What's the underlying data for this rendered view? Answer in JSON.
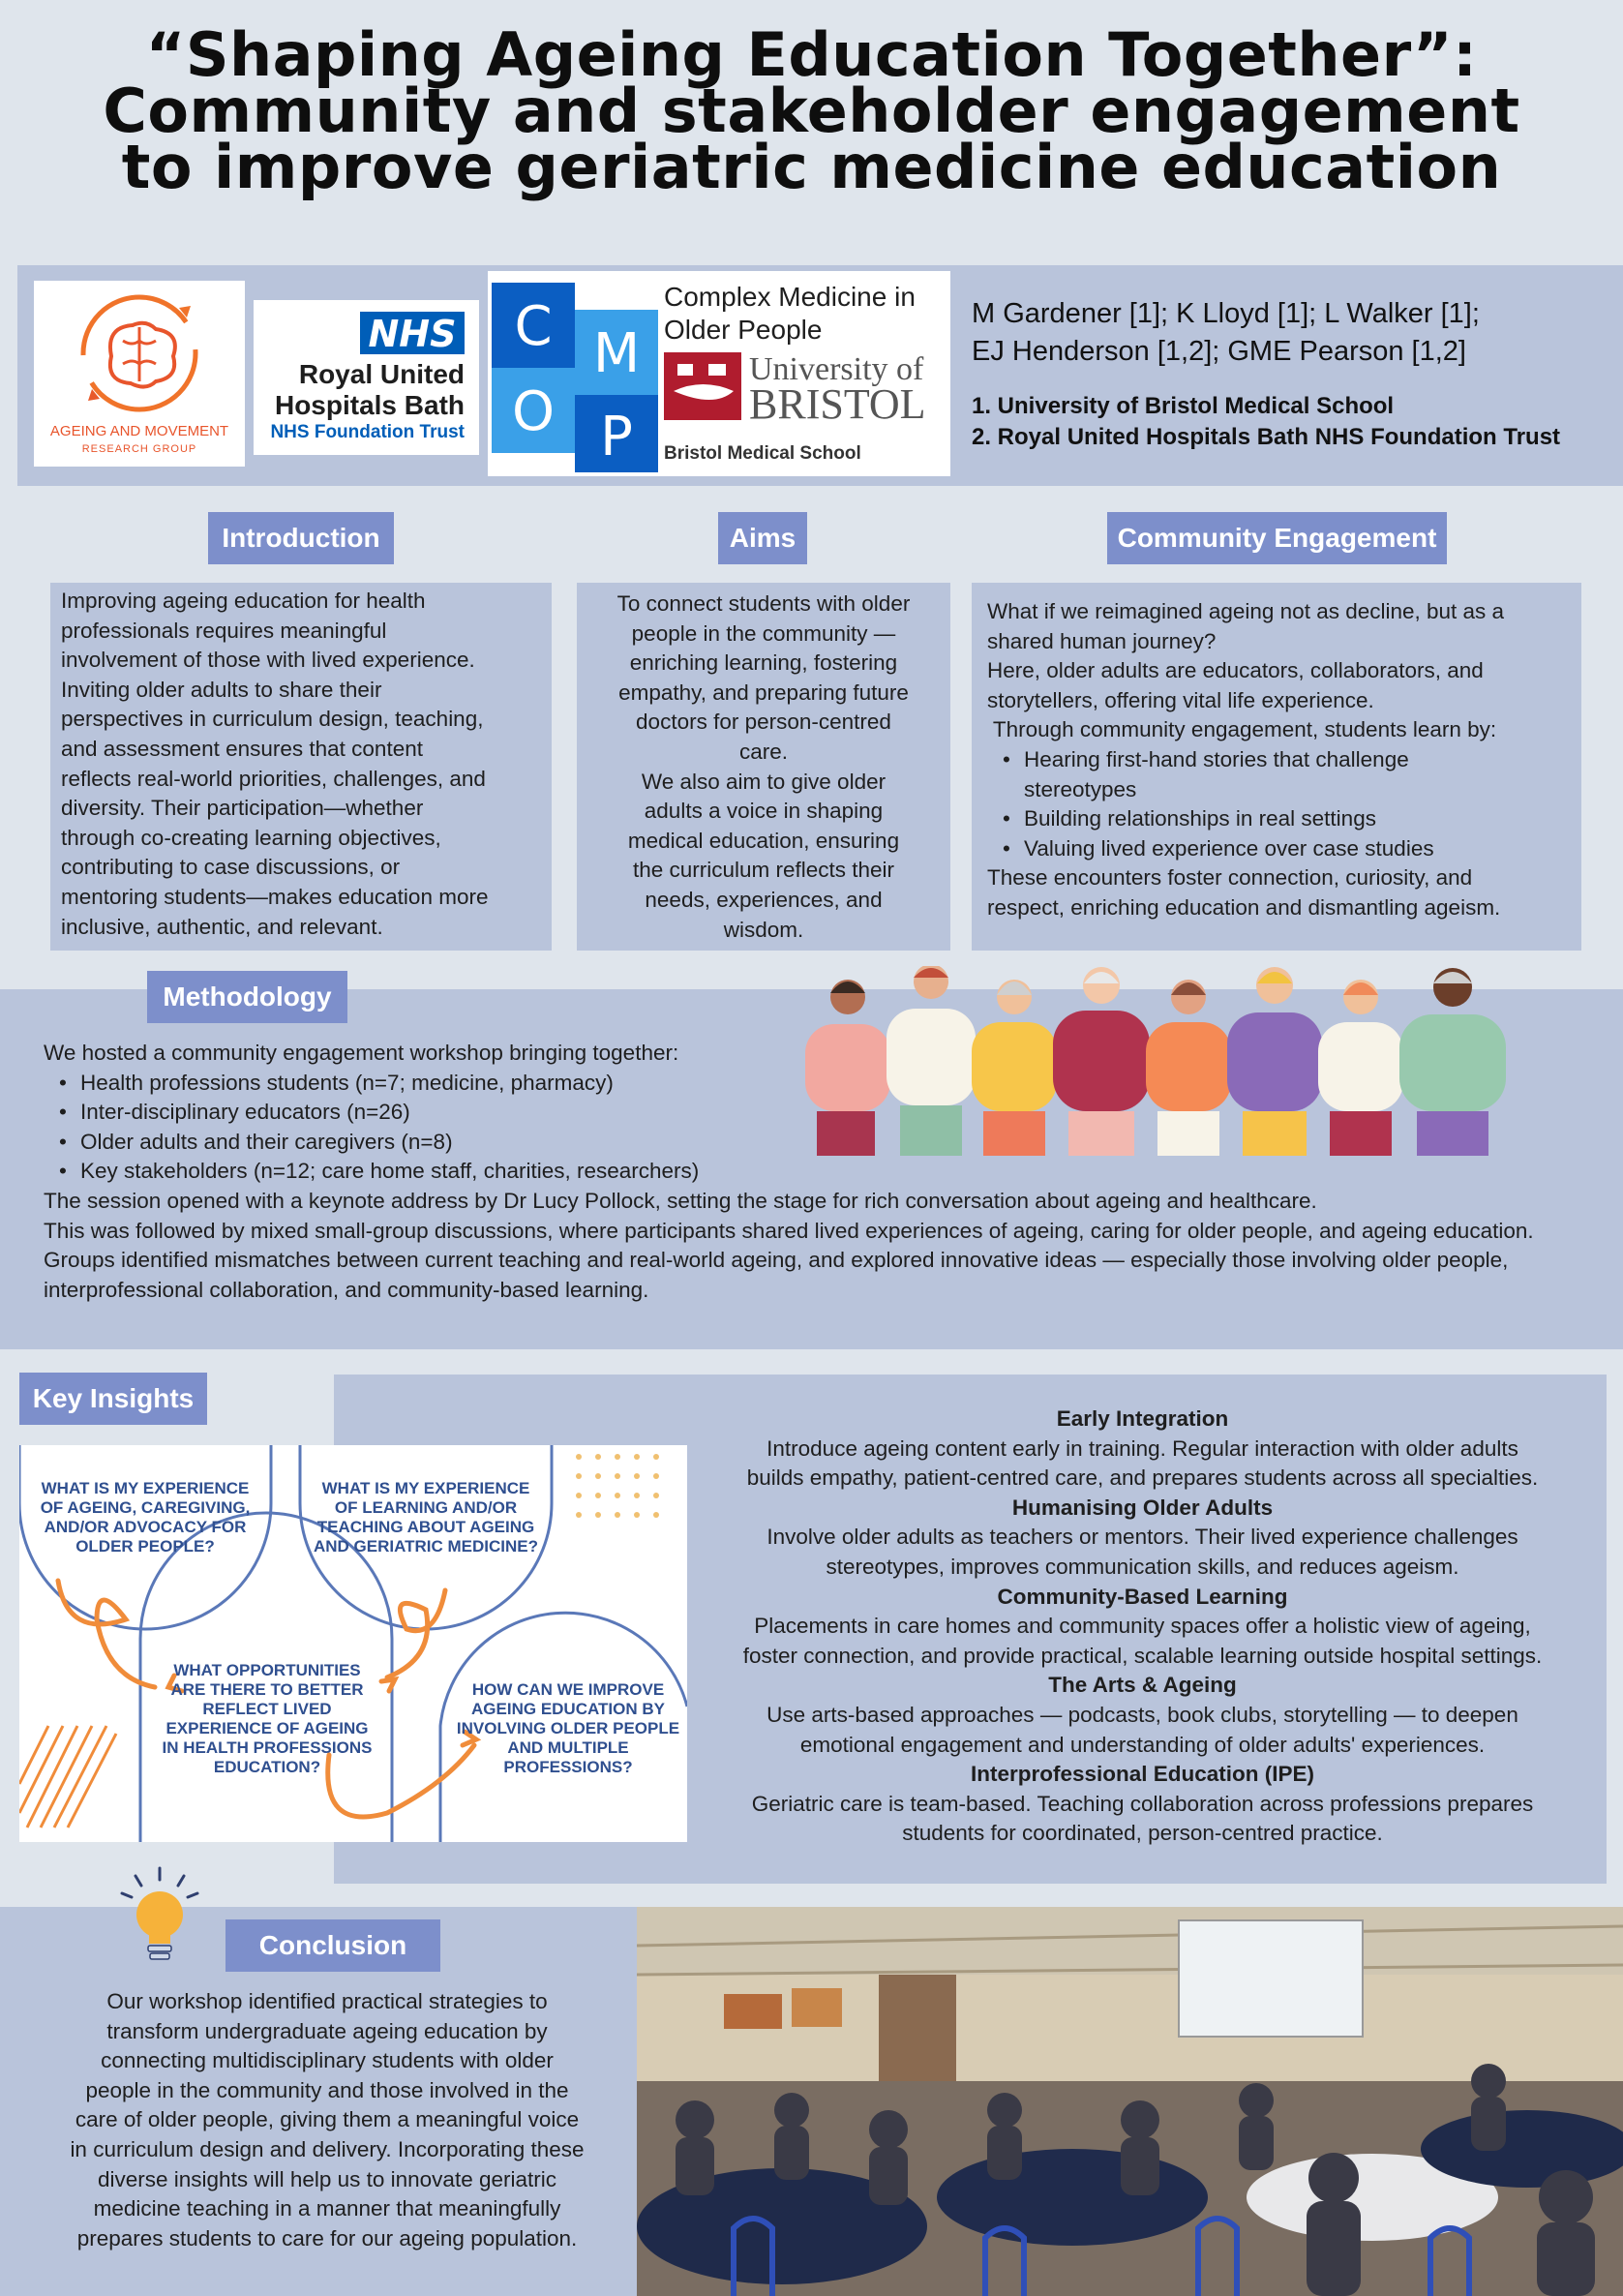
{
  "title": {
    "line1": "“Shaping Ageing Education Together”:",
    "line2": "Community and stakeholder engagement",
    "line3": "to improve geriatric medicine education"
  },
  "logos": {
    "amrg": {
      "line1": "AGEING AND MOVEMENT",
      "line2": "RESEARCH GROUP"
    },
    "nhs": {
      "badge": "NHS",
      "line1": "Royal United",
      "line2": "Hospitals Bath",
      "line3": "NHS Foundation Trust"
    },
    "cmop": {
      "letters": [
        "C",
        "M",
        "O",
        "P"
      ],
      "heading1": "Complex Medicine in",
      "heading2": "Older People",
      "uni1": "University of",
      "uni2": "BRISTOL",
      "school": "Bristol Medical School"
    }
  },
  "authors": {
    "line1": "M Gardener [1]; K Lloyd [1]; L Walker [1];",
    "line2": "EJ Henderson [1,2]; GME Pearson [1,2]",
    "affiliation1": "1. University of Bristol Medical School",
    "affiliation2": "2. Royal United Hospitals Bath NHS Foundation Trust"
  },
  "introduction": {
    "label": "Introduction",
    "lines": [
      "Improving ageing education for health",
      "professionals requires meaningful",
      "involvement of those with lived experience.",
      "Inviting older adults to share their",
      "perspectives in curriculum design, teaching,",
      "and assessment ensures that content",
      "reflects real-world priorities, challenges, and",
      "diversity. Their participation—whether",
      "through co-creating learning objectives,",
      "contributing to case discussions, or",
      "mentoring students—makes education more",
      "inclusive, authentic, and relevant."
    ]
  },
  "aims": {
    "label": "Aims",
    "lines": [
      "To connect students with older",
      "people in the community —",
      "enriching learning, fostering",
      "empathy, and preparing future",
      "doctors for person-centred",
      "care.",
      "We also aim to give older",
      "adults a voice in shaping",
      "medical education, ensuring",
      "the curriculum reflects their",
      "needs, experiences, and",
      "wisdom."
    ]
  },
  "community_engagement": {
    "label": "Community Engagement",
    "intro_lines": [
      "What if we reimagined ageing not as decline, but as a",
      "shared human journey?",
      "Here, older adults are educators, collaborators, and",
      "storytellers, offering vital life experience.",
      " Through community engagement, students learn by:"
    ],
    "bullets": [
      "Hearing first-hand stories that challenge stereotypes",
      "Building relationships in real settings",
      "Valuing lived experience over case studies"
    ],
    "outro_lines": [
      "These encounters foster connection, curiosity, and",
      "respect, enriching education and dismantling ageism."
    ]
  },
  "methodology": {
    "label": "Methodology",
    "intro": "We hosted a community engagement workshop bringing together:",
    "bullets": [
      "Health professions students (n=7; medicine, pharmacy)",
      "Inter-disciplinary educators (n=26)",
      "Older adults and their caregivers (n=8)",
      "Key stakeholders (n=12; care home staff, charities, researchers)"
    ],
    "paragraphs": [
      "The session opened with a keynote address by Dr Lucy Pollock, setting the stage for rich conversation about ageing and healthcare.",
      "This was followed by mixed small-group discussions, where participants shared lived experiences of ageing, caring for older people, and ageing education.",
      "Groups identified mismatches between current teaching and real-world ageing, and explored innovative ideas — especially those involving older people, interprofessional collaboration, and community-based learning."
    ]
  },
  "key_insights": {
    "label": "Key Insights",
    "diagram_questions": [
      [
        "WHAT IS MY EXPERIENCE",
        "OF AGEING, CAREGIVING,",
        "AND/OR ADVOCACY FOR",
        "OLDER PEOPLE?"
      ],
      [
        "WHAT IS MY EXPERIENCE",
        "OF LEARNING AND/OR",
        "TEACHING ABOUT AGEING",
        "AND GERIATRIC MEDICINE?"
      ],
      [
        "WHAT OPPORTUNITIES",
        "ARE THERE TO BETTER",
        "REFLECT LIVED",
        "EXPERIENCE OF AGEING",
        "IN HEALTH PROFESSIONS",
        "EDUCATION?"
      ],
      [
        "HOW CAN WE IMPROVE",
        "AGEING EDUCATION BY",
        "INVOLVING OLDER PEOPLE",
        "AND MULTIPLE",
        "PROFESSIONS?"
      ]
    ],
    "items": [
      {
        "heading": "Early Integration",
        "lines": [
          "Introduce ageing content early in training. Regular interaction with older adults",
          "builds empathy, patient-centred care, and prepares students across all specialties."
        ]
      },
      {
        "heading": "Humanising Older Adults",
        "lines": [
          "Involve older adults as teachers or mentors. Their lived experience challenges",
          "stereotypes, improves communication skills, and reduces ageism."
        ]
      },
      {
        "heading": "Community-Based Learning",
        "lines": [
          "Placements in care homes and community spaces offer a holistic view of ageing,",
          "foster connection, and provide practical, scalable learning outside hospital settings."
        ]
      },
      {
        "heading": "The Arts & Ageing",
        "lines": [
          "Use arts-based approaches — podcasts, book clubs, storytelling — to deepen",
          "emotional engagement and understanding of older adults' experiences."
        ]
      },
      {
        "heading": "Interprofessional Education (IPE)",
        "lines": [
          "Geriatric care is team-based. Teaching collaboration across professions prepares",
          "students for coordinated, person-centred practice."
        ]
      }
    ]
  },
  "conclusion": {
    "label": "Conclusion",
    "lines": [
      "Our workshop identified practical strategies to",
      "transform undergraduate ageing education by",
      "connecting multidisciplinary students with older",
      "people in the community and those involved in the",
      "care of older people, giving them a meaningful voice",
      "in curriculum design and delivery. Incorporating these",
      "diverse insights will help us to innovate geriatric",
      "medicine teaching in a manner that meaningfully",
      "prepares students to care for our ageing population."
    ]
  },
  "colors": {
    "background": "#dfe5ec",
    "panel": "#b9c4db",
    "label": "#7d8fcb",
    "nhs_blue": "#005eb8",
    "bristol_red": "#b01c2e",
    "diagram_orange": "#f08c3a",
    "diagram_blue": "#5a78b8"
  }
}
